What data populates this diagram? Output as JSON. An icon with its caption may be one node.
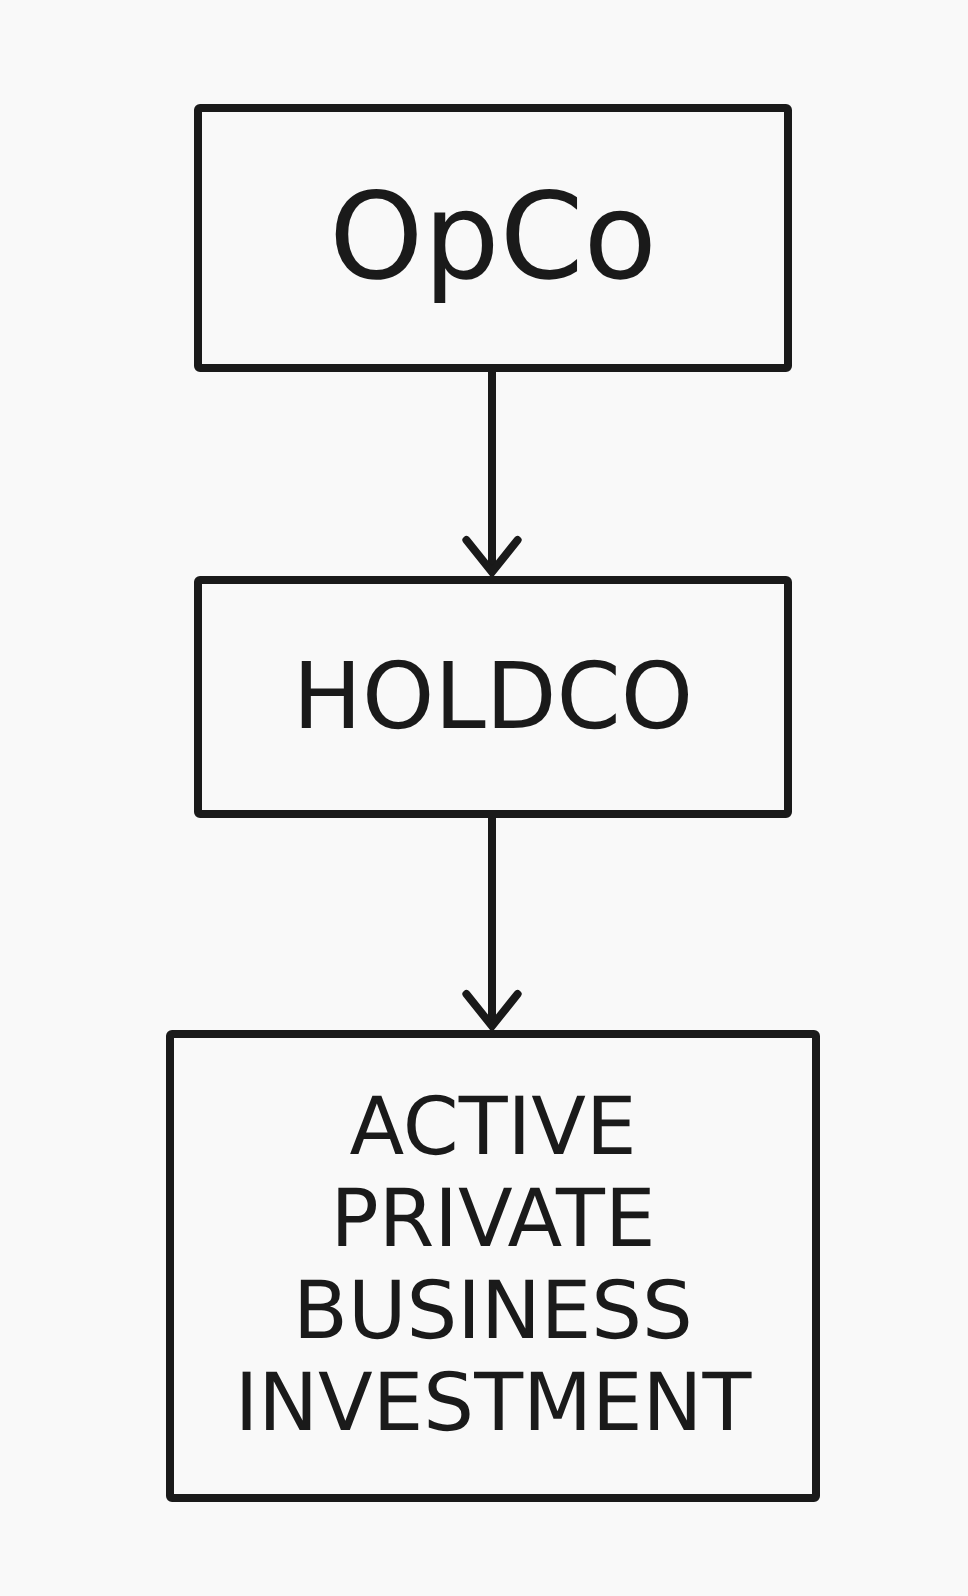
{
  "diagram": {
    "nodes": [
      {
        "text": [
          "OpCo"
        ]
      },
      {
        "text": [
          "HOLDCO"
        ]
      },
      {
        "text": [
          "ACTIVE PRIVATE BUSINESS INVESTMENT"
        ]
      }
    ],
    "edges": [
      {
        "from": 0,
        "to": 1,
        "arrow": "to"
      },
      {
        "from": 1,
        "to": 2,
        "arrow": "to"
      }
    ]
  }
}
